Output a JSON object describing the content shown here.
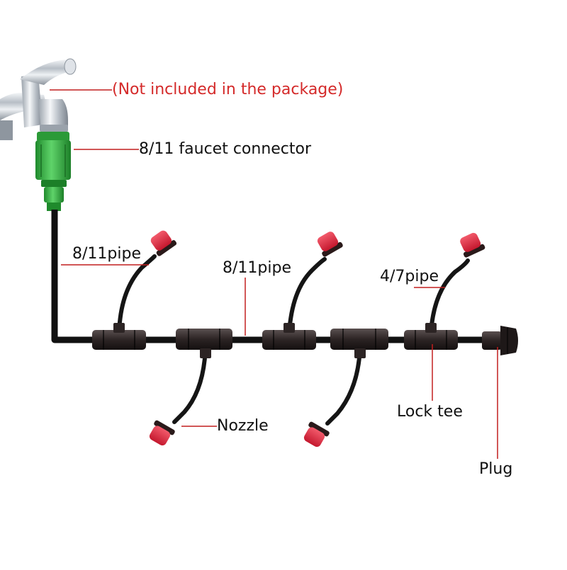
{
  "labels": {
    "faucet_note": "(Not included in the package)",
    "faucet_connector": "8/11 faucet connector",
    "main_pipe_vertical": "8/11pipe",
    "main_pipe_horizontal": "8/11pipe",
    "branch_pipe": "4/7pipe",
    "nozzle": "Nozzle",
    "lock_tee": "Lock tee",
    "plug": "Plug"
  },
  "colors": {
    "pipe": "#111111",
    "nozzle_red": "#e8384f",
    "nozzle_dark": "#2a1a1a",
    "connector_green": "#3cb84a",
    "faucet_chrome": "#c9cfd6",
    "leader_red": "#c21f1f",
    "label_red": "#d42a2a",
    "label_dark": "#111111"
  },
  "icons": {
    "faucet": "faucet-icon",
    "connector": "faucet-connector-icon",
    "nozzle": "nozzle-icon",
    "tee": "lock-tee-icon",
    "plug": "plug-icon"
  }
}
